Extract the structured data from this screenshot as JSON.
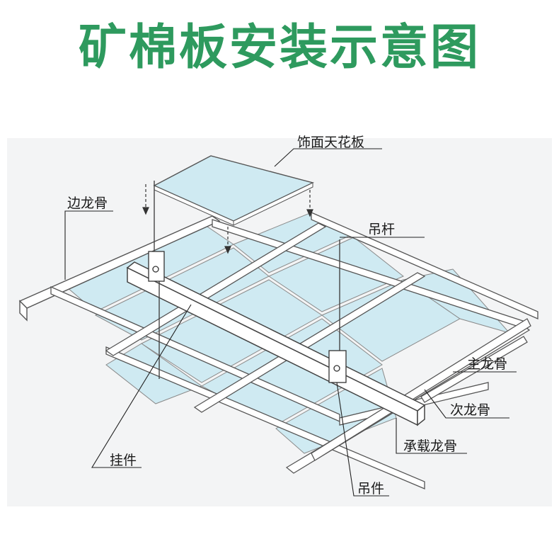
{
  "title": "矿棉板安装示意图",
  "colors": {
    "title": "#2e9a5e",
    "panel": "#cfeaf2",
    "frame": "#555555",
    "leader": "#222222"
  },
  "labels": {
    "ceiling_panel": "饰面天花板",
    "edge_keel": "边龙骨",
    "suspension_rod": "吊杆",
    "main_keel": "主龙骨",
    "secondary_keel": "次龙骨",
    "bearing_keel": "承载龙骨",
    "hanger_clip": "挂件",
    "hanger": "吊件"
  }
}
